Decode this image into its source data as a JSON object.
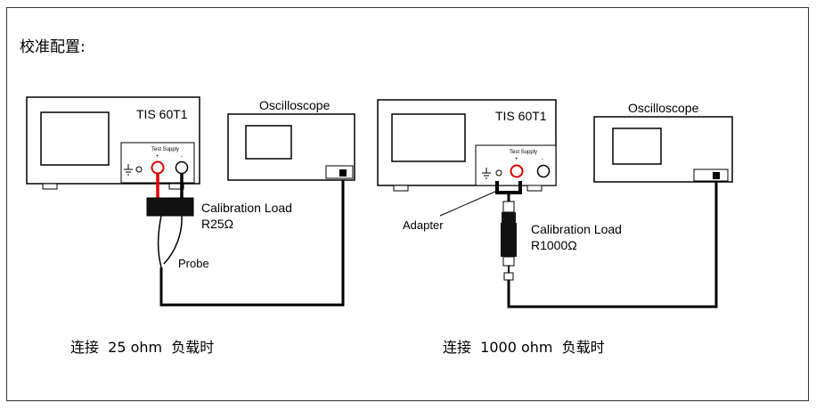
{
  "title": "校准配置:",
  "left": {
    "device_label": "TIS 60T1",
    "test_supply_label": "Test Supply",
    "plus": "+",
    "minus": "-",
    "oscilloscope_label": "Oscilloscope",
    "load_label": "Calibration Load",
    "load_value": "R25Ω",
    "probe_label": "Probe",
    "caption": "连接  25 ohm  负载时"
  },
  "right": {
    "device_label": "TIS 60T1",
    "test_supply_label": "Test Supply",
    "plus": "+",
    "minus": "-",
    "oscilloscope_label": "Oscilloscope",
    "load_label": "Calibration Load",
    "load_value": "R1000Ω",
    "adapter_label": "Adapter",
    "caption": "连接  1000 ohm  负载时"
  },
  "colors": {
    "lead_red": "#e00000",
    "line": "#000000"
  }
}
